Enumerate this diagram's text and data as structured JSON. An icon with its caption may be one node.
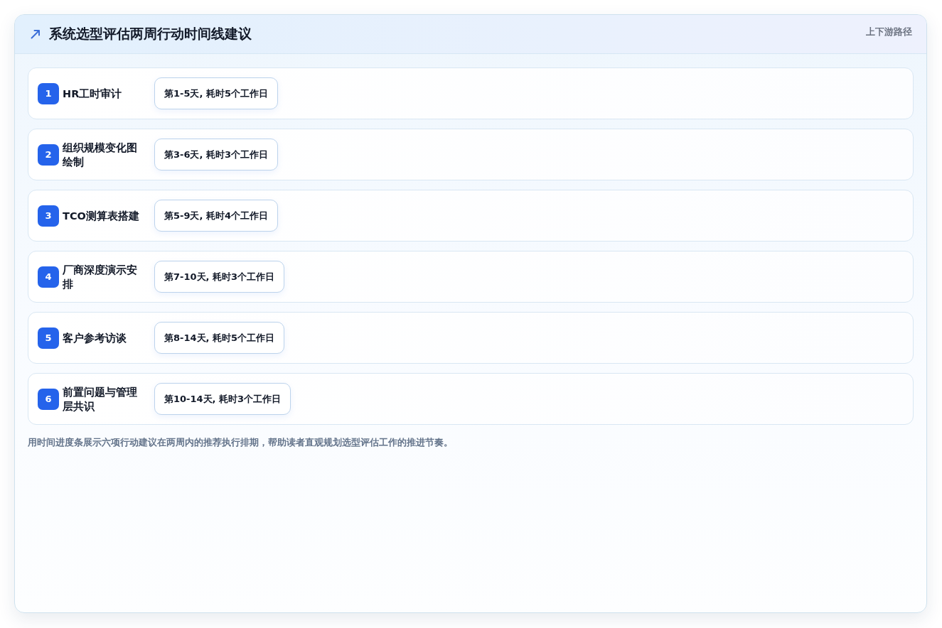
{
  "diagram": {
    "title": "系统选型评估两周行动时间线建议",
    "caption": "用时间进度条展示六项行动建议在两周内的推荐执行排期，帮助读者直观规划选型评估工作的推进节奏。",
    "nodes": [
      {
        "text": [
          "HR工时审计"
        ]
      },
      {
        "text": [
          "1"
        ],
        "in": 0
      },
      {
        "text": [
          "第1-5天, 耗时5个工作日"
        ],
        "in": 0
      },
      {
        "text": [
          "组织规模变化图绘制"
        ]
      },
      {
        "text": [
          "2"
        ],
        "in": 3
      },
      {
        "text": [
          "第3-6天, 耗时3个工作日"
        ],
        "in": 3
      },
      {
        "text": [
          "TCO测算表搭建"
        ]
      },
      {
        "text": [
          "3"
        ],
        "in": 6
      },
      {
        "text": [
          "第5-9天, 耗时4个工作日"
        ],
        "in": 6
      },
      {
        "text": [
          "厂商深度演示安排"
        ]
      },
      {
        "text": [
          "4"
        ],
        "in": 9
      },
      {
        "text": [
          "第7-10天, 耗时3个工作日"
        ],
        "in": 9
      },
      {
        "text": [
          "客户参考访谈"
        ]
      },
      {
        "text": [
          "5"
        ],
        "in": 12
      },
      {
        "text": [
          "第8-14天, 耗时5个工作日"
        ],
        "in": 12
      },
      {
        "text": [
          "前置问题与管理层共识"
        ]
      },
      {
        "text": [
          "6"
        ],
        "in": 15
      },
      {
        "text": [
          "第10-14天, 耗时3个工作日"
        ],
        "in": 15
      }
    ],
    "labels": [
      "上下游路径"
    ]
  }
}
